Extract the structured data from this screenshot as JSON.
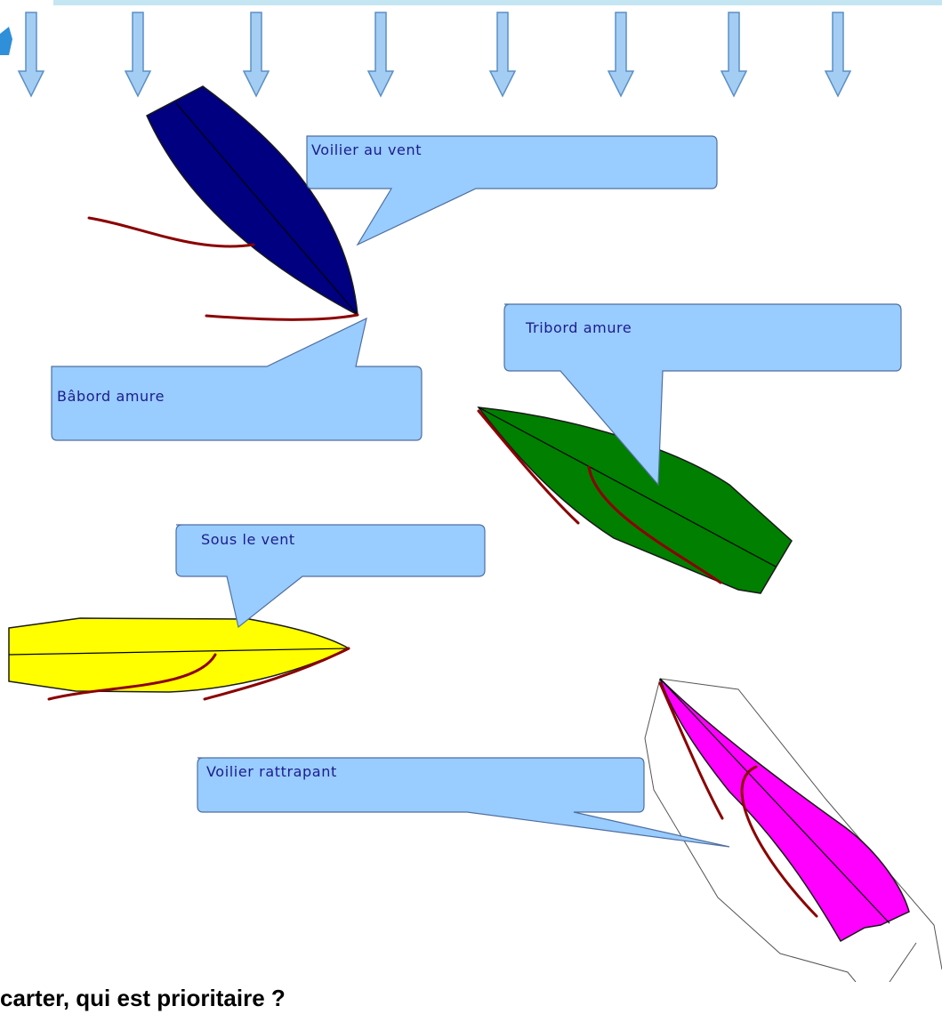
{
  "labels": {
    "windward": "Voilier au vent",
    "port_tack": "Bâbord amure",
    "starboard_tack": "Tribord  amure",
    "leeward": "Sous le vent",
    "overtaking": "Voilier rattrapant"
  },
  "question": "carter, qui est prioritaire ?",
  "colors": {
    "wind_arrow_fill": "#a4cdf3",
    "wind_arrow_stroke": "#5b8fc6",
    "callout_fill": "#99ccff",
    "callout_stroke": "#4f6f9f",
    "label_text": "#1c1c8c",
    "boat_windward": "#000080",
    "boat_starboard": "#007f00",
    "boat_leeward": "#ffff00",
    "boat_overtaking": "#ff00ff",
    "sail": "#8b0000"
  },
  "wind_arrow_icons": [
    "arrow-down-icon",
    "arrow-down-icon",
    "arrow-down-icon",
    "arrow-down-icon",
    "arrow-down-icon",
    "arrow-down-icon",
    "arrow-down-icon",
    "arrow-down-icon"
  ]
}
